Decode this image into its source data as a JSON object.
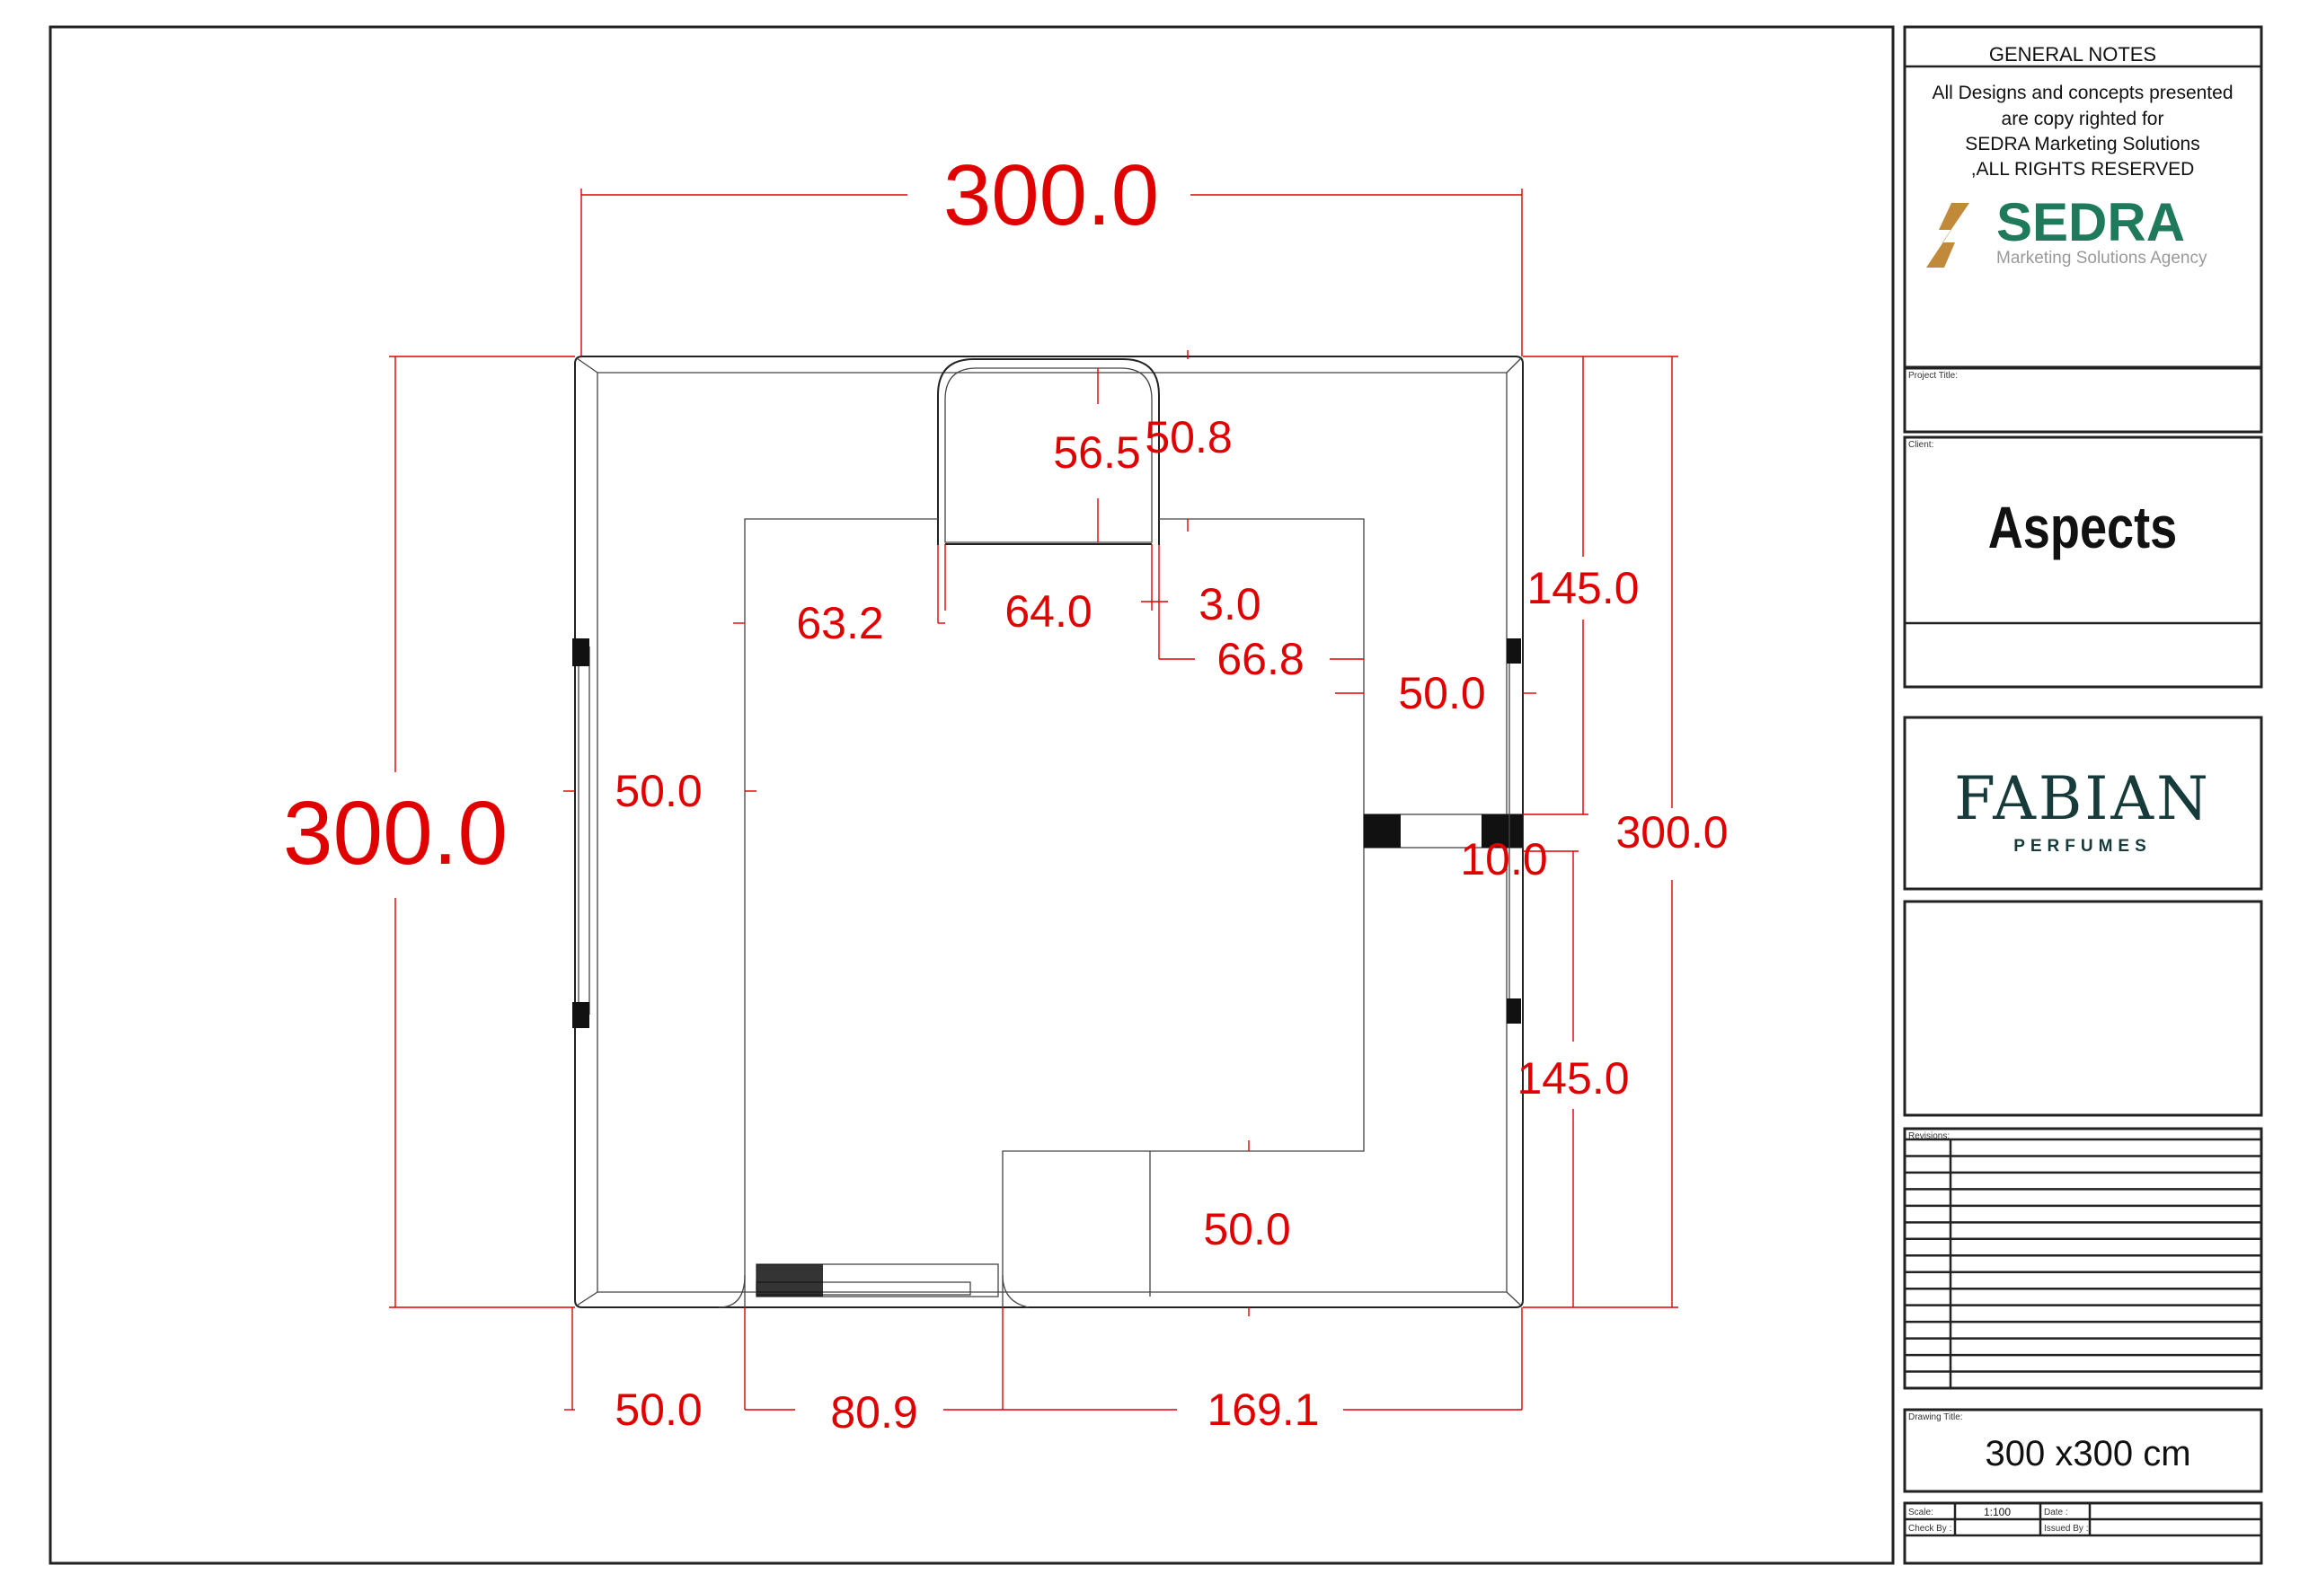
{
  "drawing": {
    "dimensions": {
      "top_overall": "300.0",
      "left_overall": "300.0",
      "right_overall": "300.0",
      "right_upper": "145.0",
      "right_lower": "145.0",
      "door": "10.0",
      "right_inner": "50.0",
      "left_inner": "50.0",
      "notch_left": "63.2",
      "notch_width": "64.0",
      "notch_wall": "3.0",
      "notch_right": "66.8",
      "notch_depth": "56.5",
      "notch_depth_outer": "50.8",
      "bottom_inner": "50.0",
      "bottom_1": "50.0",
      "bottom_2": "80.9",
      "bottom_3": "169.1"
    },
    "colors": {
      "dimension": "#e00000",
      "sedra_green": "#1f7a5c",
      "sedra_gold": "#c08a3a",
      "fabian": "#173a3a"
    }
  },
  "title_block": {
    "general_notes_title": "GENERAL NOTES",
    "notes": [
      "All Designs and concepts presented",
      "are copy righted for",
      "SEDRA Marketing Solutions",
      ",ALL RIGHTS RESERVED"
    ],
    "sedra_logo": {
      "name": "SEDRA",
      "tagline": "Marketing Solutions Agency"
    },
    "project_title_label": "Project Title:",
    "client_label": "Client:",
    "client_name": "Aspects",
    "fabian_logo": {
      "name": "FABIAN",
      "tagline": "PERFUMES"
    },
    "revisions_label": "Revisions:",
    "drawing_title_label": "Drawing Title:",
    "drawing_title": "300 x300 cm",
    "scale_label": "Scale:",
    "scale_value": "1:100",
    "date_label": "Date :",
    "check_by_label": "Check By :",
    "issued_by_label": "Issued By :"
  }
}
